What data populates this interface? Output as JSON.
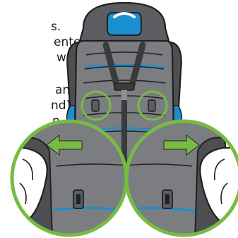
{
  "instruction_fragments": {
    "line1": "s.",
    "line2": "enter",
    "line3": "wn.",
    "line4": "and",
    "line5": "nd),",
    "line6": "n"
  },
  "colors": {
    "seat_shell": "#5b5d60",
    "seat_shell_dark": "#3e4043",
    "seat_fabric": "#8d8f92",
    "harness": "#3a3b3d",
    "accent_blue": "#1a8fd0",
    "highlight_green": "#76bc43",
    "outline": "#231f20"
  },
  "icons": [
    "car-seat-illustration",
    "arrow-left-icon",
    "arrow-right-icon",
    "hand-icon"
  ]
}
